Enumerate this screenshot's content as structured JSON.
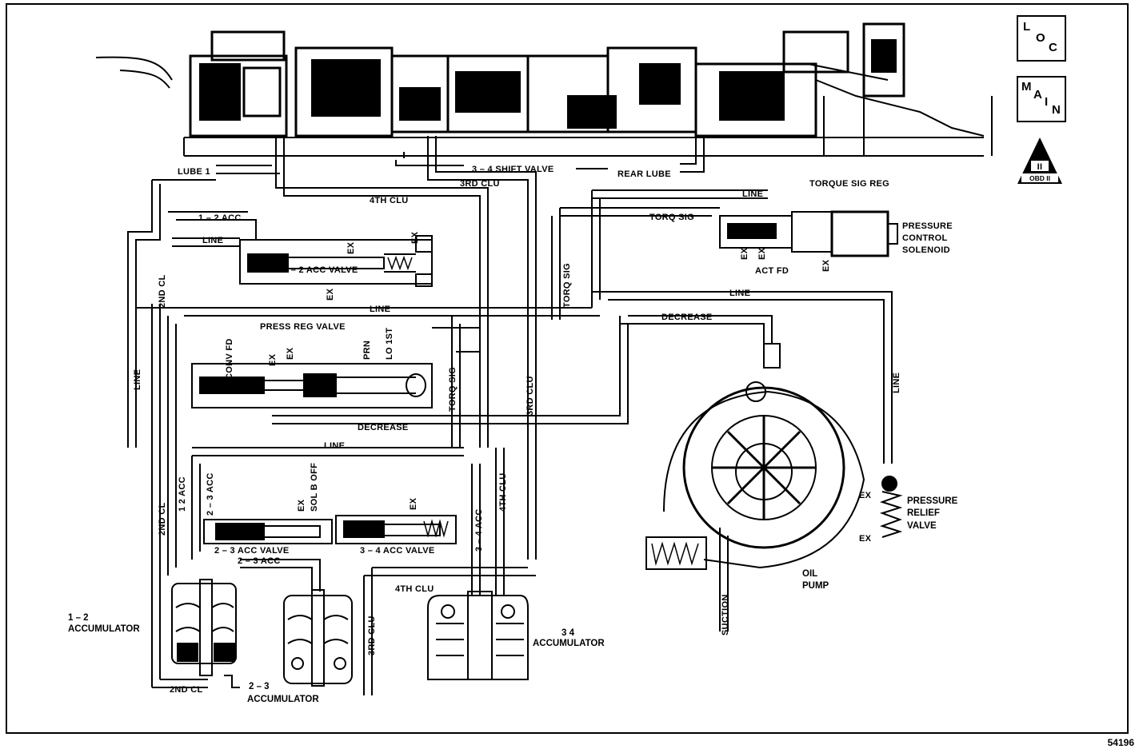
{
  "nav": {
    "loc": [
      "L",
      "O",
      "C"
    ],
    "main": [
      "M",
      "A",
      "I",
      "N"
    ],
    "obd_badge": {
      "top": "II",
      "bottom": "OBD II"
    }
  },
  "figure_id": "54196",
  "labels": {
    "lube1": "LUBE 1",
    "shift_valve_34": "3 – 4 SHIFT VALVE",
    "rear_lube": "REAR LUBE",
    "third_clu_top": "3RD CLU",
    "fourth_clu_top": "4TH CLU",
    "line_top_right": "LINE",
    "torque_sig_reg": "TORQUE SIG REG",
    "torq_sig_h": "TORQ SIG",
    "pressure_control_solenoid": [
      "PRESSURE",
      "CONTROL",
      "SOLENOID"
    ],
    "ex": "EX",
    "act_fd": "ACT FD",
    "acc12": "1 – 2 ACC",
    "line": "LINE",
    "acc12_valve": "1 – 2 ACC VALVE",
    "second_cl": "2ND CL",
    "torq_sig_v": "TORQ SIG",
    "line_mid": "LINE",
    "line_right": "LINE",
    "decrease_top": "DECREASE",
    "press_reg_valve": "PRESS REG VALVE",
    "conv_fd": "CONV FD",
    "prn": "PRN",
    "lo1st": "LO 1ST",
    "line_left_v": "LINE",
    "decrease_mid": "DECREASE",
    "torq_sig_v2": "TORQ SIG",
    "third_clu_v": "3RD CLU",
    "line_lower": "LINE",
    "acc23_v": "2 – 3 ACC",
    "sol_b_off": "SOL B OFF",
    "second_cl_v2": "2ND CL",
    "acc12_v2": "1 2 ACC",
    "fourth_clu_v": "4TH CLU",
    "acc34_v": "3 – 4 ACC",
    "acc23_valve": "2 – 3 ACC VALVE",
    "acc34_valve": "3 – 4 ACC VALVE",
    "acc23_h": "2 – 3 ACC",
    "fourth_clu_low": "4TH CLU",
    "third_clu_low": "3RD CLU",
    "acc12_name": [
      "1 – 2",
      "ACCUMULATOR"
    ],
    "acc23_name": [
      "2 – 3",
      "ACCUMULATOR"
    ],
    "acc34_name": [
      "3   4",
      "ACCUMULATOR"
    ],
    "second_cl_low": "2ND CL",
    "pressure_relief_valve": [
      "PRESSURE",
      "RELIEF",
      "VALVE"
    ],
    "oil_pump": [
      "OIL",
      "PUMP"
    ],
    "suction": "SUCTION"
  }
}
